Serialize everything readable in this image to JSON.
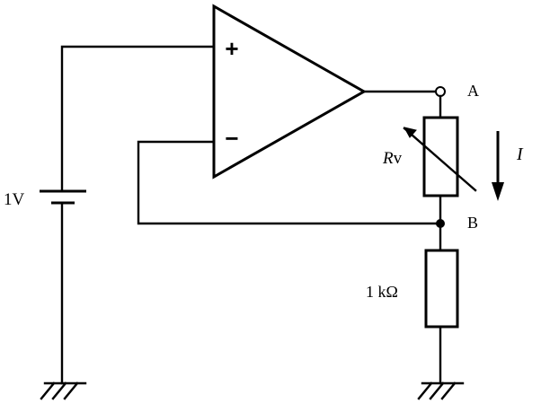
{
  "circuit": {
    "opamp": {
      "plus_symbol": "+",
      "minus_symbol": "−"
    },
    "battery": {
      "label": "1V"
    },
    "node_a": {
      "label": "A"
    },
    "node_b": {
      "label": "B"
    },
    "variable_resistor": {
      "label_symbol": "R",
      "label_subscript": "v"
    },
    "fixed_resistor": {
      "label": "1 kΩ"
    },
    "current": {
      "label": "I"
    }
  }
}
